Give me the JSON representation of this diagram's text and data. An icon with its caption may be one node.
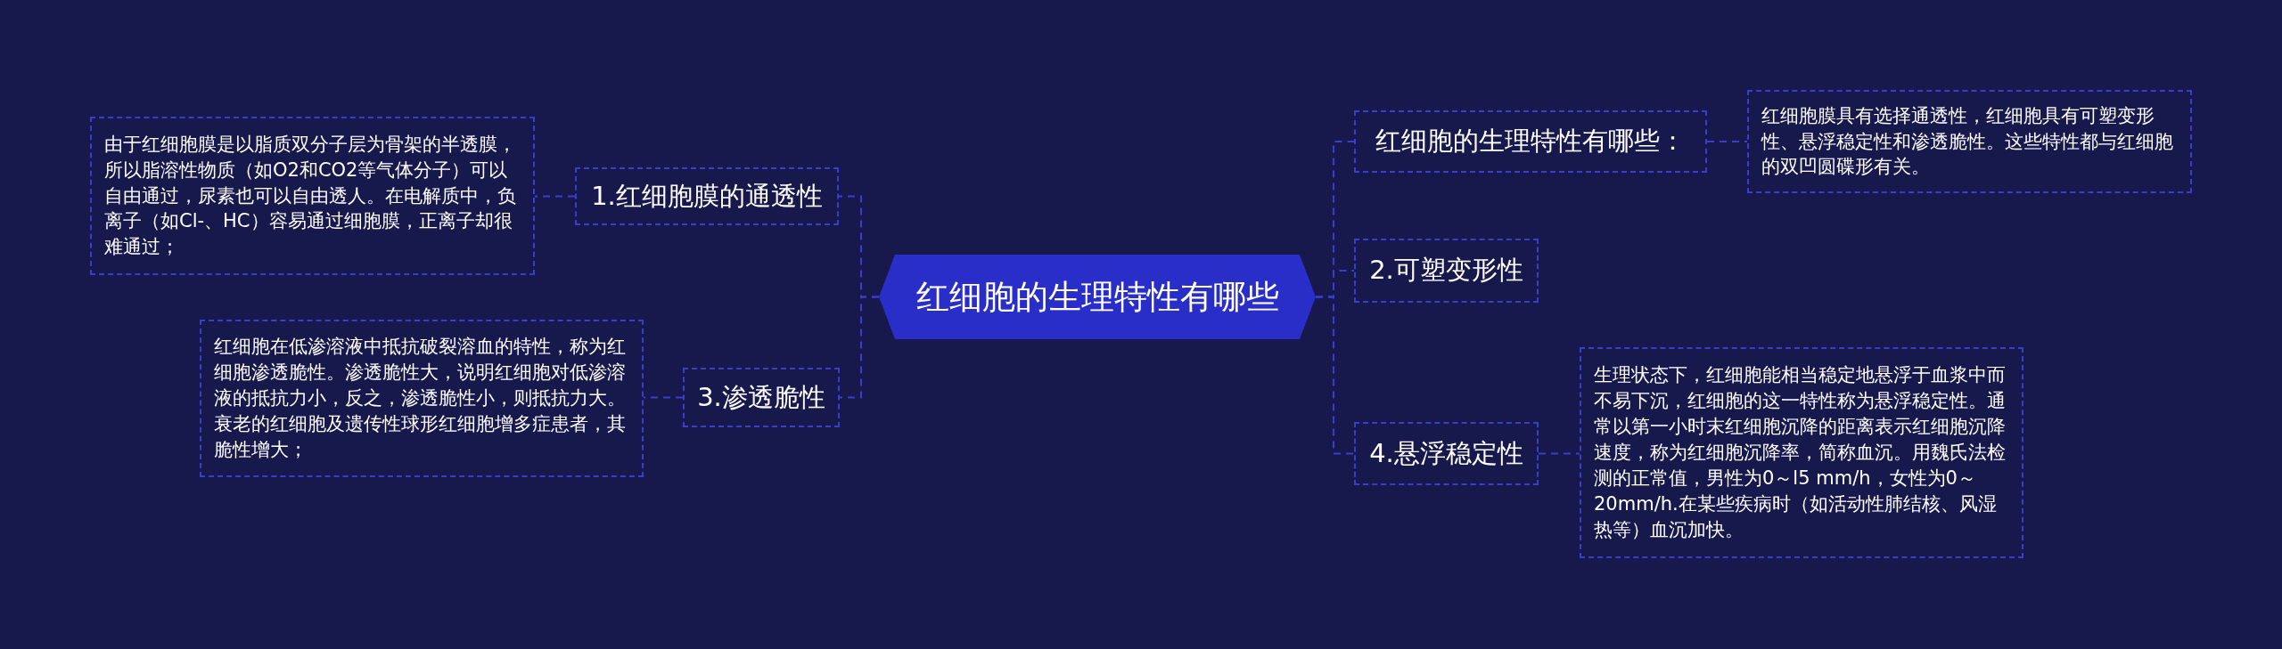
{
  "diagram": {
    "nodes": [
      {
        "text": [
          "红细胞的生理特性有哪些"
        ]
      },
      {
        "text": [
          "1.红细胞膜的通透性"
        ]
      },
      {
        "text": [
          "由于红细胞膜是以脂质双分子层为骨架的半透膜，所以脂溶性物质（如O2和CO2等气体分子）可以自由通过，尿素也可以自由透人。在电解质中，负离子（如Cl-、HC）容易通过细胞膜，正离子却很难通过；"
        ]
      },
      {
        "text": [
          "3.渗透脆性"
        ]
      },
      {
        "text": [
          "红细胞在低渗溶液中抵抗破裂溶血的特性，称为红细胞渗透脆性。渗透脆性大，说明红细胞对低渗溶液的抵抗力小，反之，渗透脆性小，则抵抗力大。衰老的红细胞及遗传性球形红细胞增多症患者，其脆性增大；"
        ]
      },
      {
        "text": [
          "红细胞的生理特性有哪些："
        ]
      },
      {
        "text": [
          "红细胞膜具有选择通透性，红细胞具有可塑变形性、悬浮稳定性和渗透脆性。这些特性都与红细胞的双凹圆碟形有关。"
        ]
      },
      {
        "text": [
          "2.可塑变形性"
        ]
      },
      {
        "text": [
          "4.悬浮稳定性"
        ]
      },
      {
        "text": [
          "生理状态下，红细胞能相当稳定地悬浮于血浆中而不易下沉，红细胞的这一特性称为悬浮稳定性。通常以第一小时末红细胞沉降的距离表示红细胞沉降速度，称为红细胞沉降率，简称血沉。用魏氏法检测的正常值，男性为0～l5 mm/h，女性为0～20mm/h.在某些疾病时（如活动性肺结核、风湿热等）血沉加快。"
        ]
      }
    ],
    "edges": [
      {
        "from": 0,
        "to": 1,
        "arrow": "none",
        "style": "dashed"
      },
      {
        "from": 1,
        "to": 2,
        "arrow": "none",
        "style": "dashed"
      },
      {
        "from": 0,
        "to": 3,
        "arrow": "none",
        "style": "dashed"
      },
      {
        "from": 3,
        "to": 4,
        "arrow": "none",
        "style": "dashed"
      },
      {
        "from": 0,
        "to": 5,
        "arrow": "none",
        "style": "dashed"
      },
      {
        "from": 5,
        "to": 6,
        "arrow": "none",
        "style": "dashed"
      },
      {
        "from": 0,
        "to": 7,
        "arrow": "none",
        "style": "dashed"
      },
      {
        "from": 0,
        "to": 8,
        "arrow": "none",
        "style": "dashed"
      },
      {
        "from": 8,
        "to": 9,
        "arrow": "none",
        "style": "dashed"
      }
    ]
  }
}
